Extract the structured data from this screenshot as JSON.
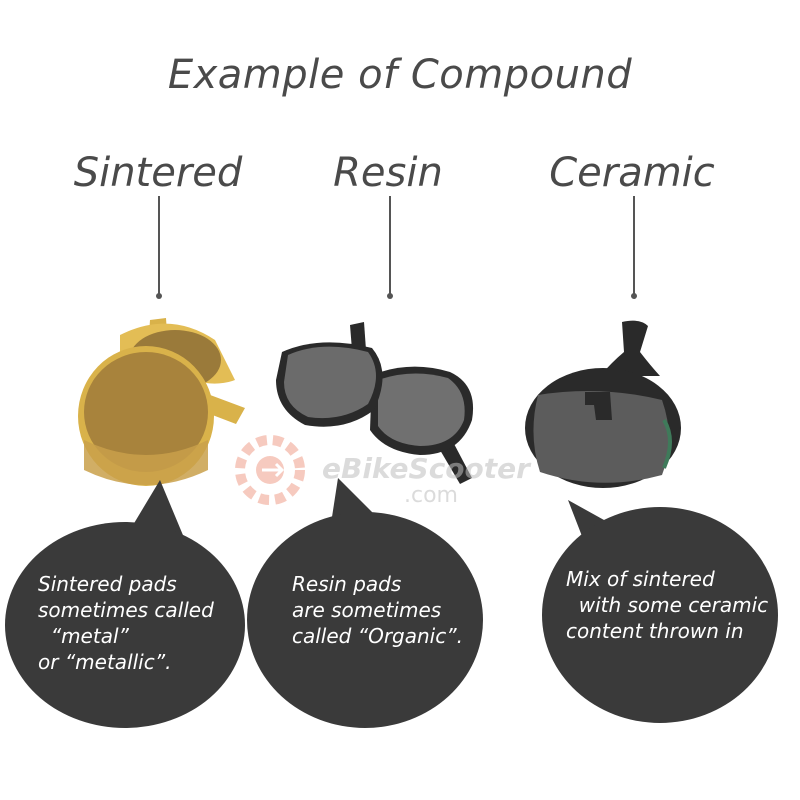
{
  "title": "Example of Compound",
  "columns": [
    {
      "heading": "Sintered",
      "description": "Sintered pads\nsometimes called\n  “metal”\nor “metallic”."
    },
    {
      "heading": "Resin",
      "description": "Resin pads\nare sometimes\ncalled “Organic”."
    },
    {
      "heading": "Ceramic",
      "description": "Mix of sintered\n  with some ceramic\ncontent thrown in"
    }
  ],
  "watermark": {
    "brand": "eBikeScooter",
    "domain": ".com"
  },
  "colors": {
    "text": "#4a4a4a",
    "bubble": "#3a3a3a",
    "sintered_pad": "#b08a3e",
    "sintered_backing": "#d9b24a",
    "resin_pad": "#6b6b6b",
    "ceramic_pad": "#5c5c5c",
    "backing_plate": "#2a2a2a"
  }
}
